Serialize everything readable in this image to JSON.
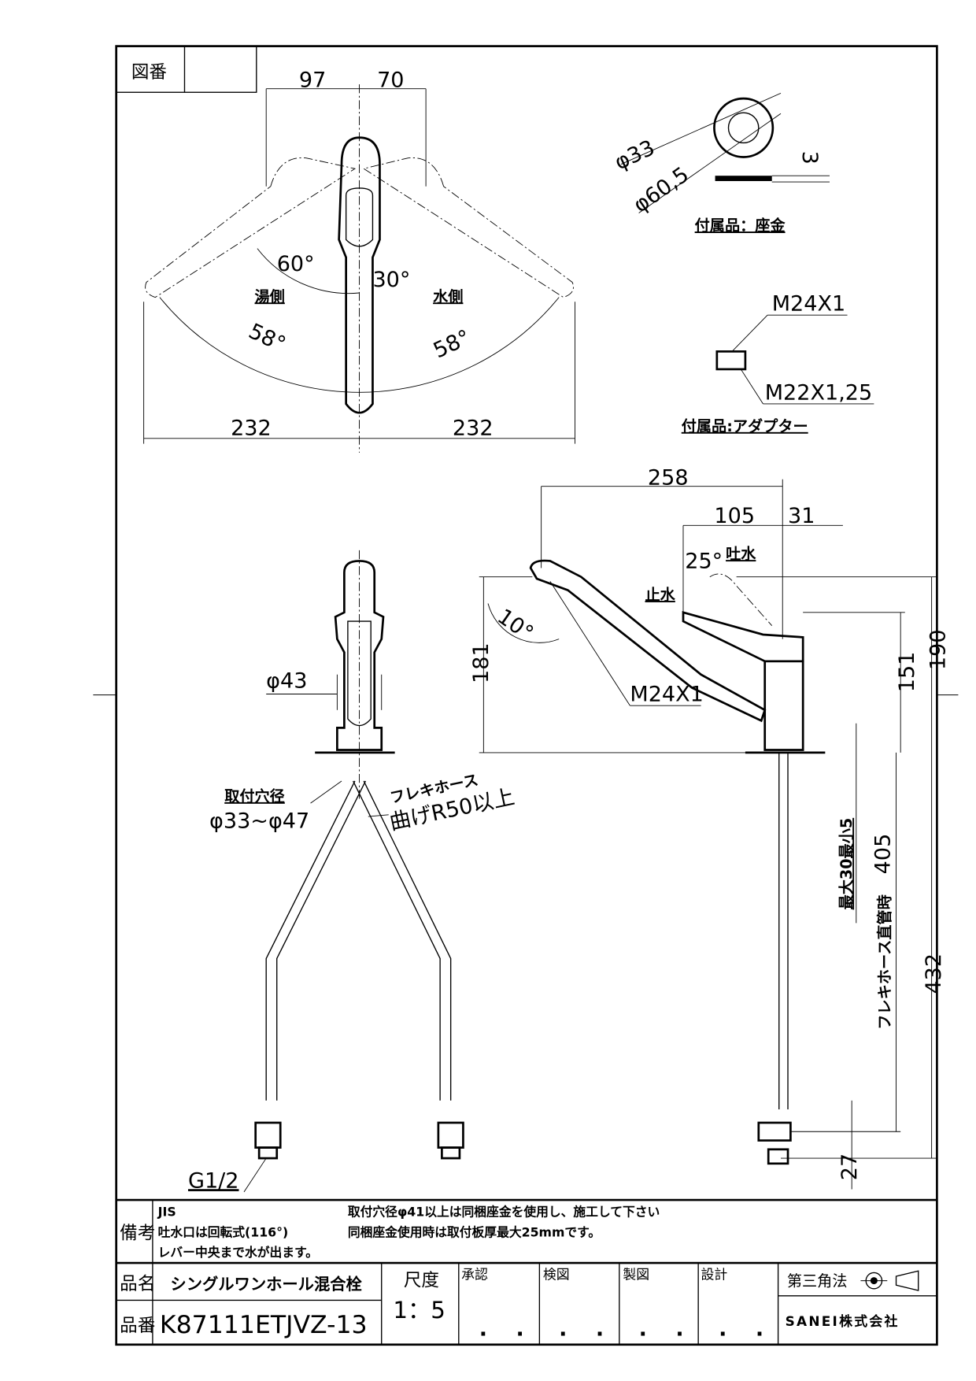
{
  "header": {
    "drawing_no_label": "図番",
    "drawing_no_value": ""
  },
  "top_view": {
    "dim_left_offset": "97",
    "dim_right_offset": "70",
    "angle_60": "60°",
    "angle_30": "30°",
    "hot_side": "湯側",
    "cold_side": "水側",
    "angle_58_left": "58°",
    "angle_58_right": "58°",
    "width_left": "232",
    "width_right": "232"
  },
  "washer": {
    "inner_dia": "φ33",
    "outer_dia": "φ60,5",
    "thickness": "3",
    "caption": "付属品：座金"
  },
  "adapter": {
    "thread_top": "M24X1",
    "thread_bottom": "M22X1,25",
    "caption": "付属品:アダプター"
  },
  "front_view": {
    "body_dia": "φ43",
    "hole_label": "取付穴径",
    "hole_range": "φ33~φ47",
    "hose_label": "フレキホース",
    "hose_bend": "曲げR50以上",
    "connection": "G1/2"
  },
  "side_view": {
    "reach": "258",
    "dim_105": "105",
    "dim_31": "31",
    "lever_angle": "25°",
    "spout_water": "吐水",
    "stop_water": "止水",
    "spout_angle": "10°",
    "spout_thread": "M24X1",
    "height_181": "181",
    "height_151": "151",
    "height_190": "190",
    "deck_thickness": "最大30最小5",
    "hose_straight": "フレキホース直管時",
    "hose_length": "405",
    "dim_432": "432",
    "dim_27": "27"
  },
  "notes": {
    "label": "備考",
    "lines_left": [
      "JIS",
      "吐水口は回転式(116°)",
      "レバー中央まで水が出ます。"
    ],
    "lines_right": [
      "取付穴径φ41以上は同梱座金を使用し、施工して下さい",
      "同梱座金使用時は取付板厚最大25mmです。"
    ]
  },
  "title_block": {
    "product_name_label": "品名",
    "product_name": "シングルワンホール混合栓",
    "product_no_label": "品番",
    "product_no": "K87111ETJVZ-13",
    "scale_label": "尺度",
    "scale": "1：5",
    "approval": "承認",
    "check": "検図",
    "drafting": "製図",
    "design": "設計",
    "sign_placeholder": ". .",
    "projection": "第三角法",
    "company": "SANEI株式会社"
  }
}
